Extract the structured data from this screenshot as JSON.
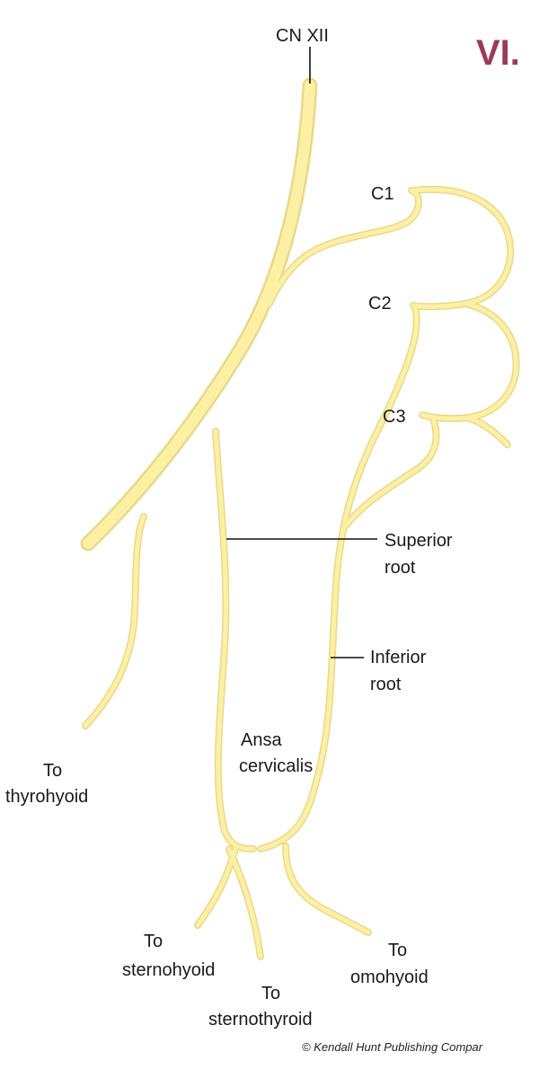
{
  "section_label": "VI.",
  "labels": {
    "cn_xii": "CN XII",
    "c1": "C1",
    "c2": "C2",
    "c3": "C3",
    "superior_root_1": "Superior",
    "superior_root_2": "root",
    "inferior_root_1": "Inferior",
    "inferior_root_2": "root",
    "ansa_1": "Ansa",
    "ansa_2": "cervicalis",
    "thyrohyoid_1": "To",
    "thyrohyoid_2": "thyrohyoid",
    "sternohyoid_1": "To",
    "sternohyoid_2": "sternohyoid",
    "sternothyroid_1": "To",
    "sternothyroid_2": "sternothyroid",
    "omohyoid_1": "To",
    "omohyoid_2": "omohyoid"
  },
  "credit": "© Kendall Hunt Publishing Compar",
  "colors": {
    "nerve": "#fbf0a4",
    "nerve_outline": "#e9d98a",
    "section_label": "#9a3a5a"
  }
}
